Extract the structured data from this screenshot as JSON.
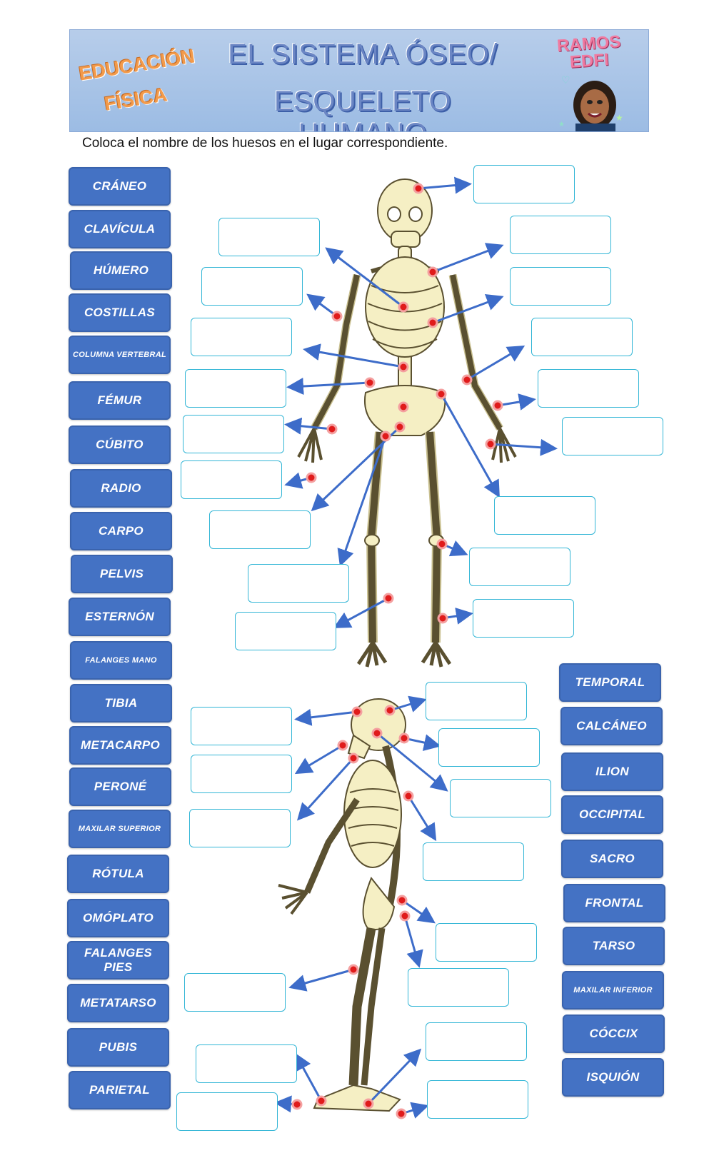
{
  "header": {
    "left_line1": "EDUCACIÓN",
    "left_line2": "FÍSICA",
    "title_line1": "EL SISTEMA ÓSEO/",
    "title_line2": "ESQUELETO HUMANO",
    "brand_line1": "RAMOS",
    "brand_line2": "EDFI"
  },
  "instruction": "Coloca el nombre de los huesos en el lugar correspondiente.",
  "left_labels": [
    "CRÁNEO",
    "CLAVÍCULA",
    "HÚMERO",
    "COSTILLAS",
    "COLUMNA VERTEBRAL",
    "FÉMUR",
    "CÚBITO",
    "RADIO",
    "CARPO",
    "PELVIS",
    "ESTERNÓN",
    "FALANGES MANO",
    "TIBIA",
    "METACARPO",
    "PERONÉ",
    "MAXILAR SUPERIOR",
    "RÓTULA",
    "OMÓPLATO",
    "FALANGES PIES",
    "METATARSO",
    "PUBIS",
    "PARIETAL"
  ],
  "right_labels": [
    "TEMPORAL",
    "CALCÁNEO",
    "ILION",
    "OCCIPITAL",
    "SACRO",
    "FRONTAL",
    "TARSO",
    "MAXILAR INFERIOR",
    "CÓCCIX",
    "ISQUIÓN"
  ],
  "colors": {
    "label_bg": "#4472c4",
    "drop_border": "#33b6d6",
    "arrow": "#3d6cc9",
    "marker": "#e01b1b",
    "bone": "#f5efc4"
  }
}
